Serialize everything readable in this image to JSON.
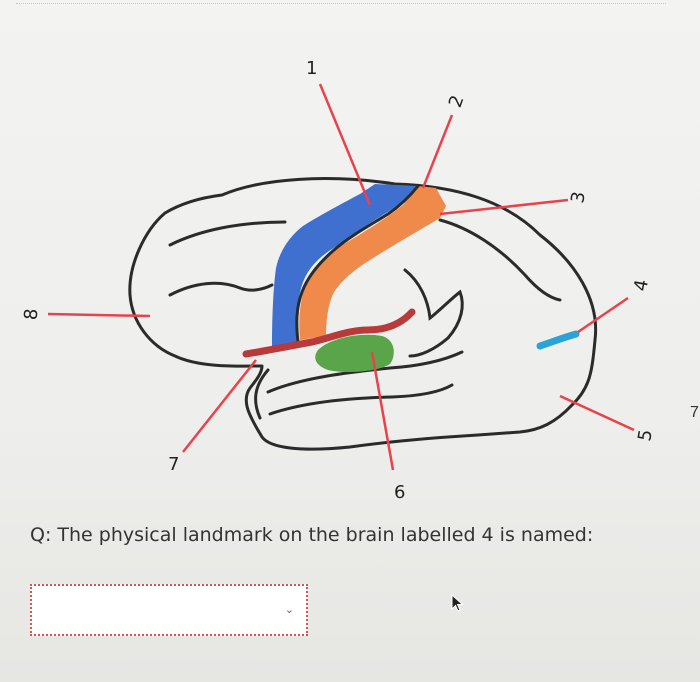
{
  "diagram": {
    "labels": [
      {
        "id": 1,
        "text": "1"
      },
      {
        "id": 2,
        "text": "2"
      },
      {
        "id": 3,
        "text": "3"
      },
      {
        "id": 4,
        "text": "4"
      },
      {
        "id": 5,
        "text": "5"
      },
      {
        "id": 6,
        "text": "6"
      },
      {
        "id": 7,
        "text": "7"
      },
      {
        "id": 8,
        "text": "8"
      }
    ],
    "colors": {
      "outline": "#2b2b2b",
      "pointer": "#e8434d",
      "region_blue": "#3f6fcf",
      "region_orange": "#f08a4b",
      "region_green": "#5aa54a",
      "region_red": "#b83a3a",
      "region_cyan": "#2aa3d6"
    }
  },
  "question": {
    "text": "Q: The physical landmark on the brain labelled 4 is named:"
  },
  "answer_select": {
    "value": "",
    "chevron_icon": "chevron-down-icon"
  },
  "edge_mark": "7"
}
